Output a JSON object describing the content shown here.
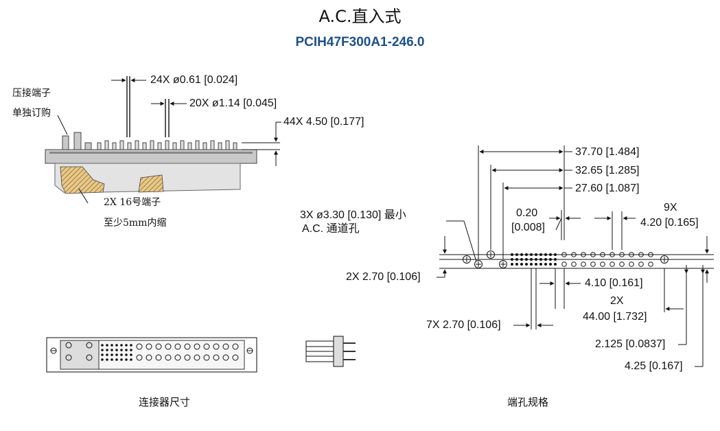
{
  "title": "A.C.直入式",
  "part_number": "PCIH47F300A1-246.0",
  "connector": {
    "dims": {
      "pin_small": "24X ø0.61 [0.024]",
      "pin_large": "20X ø1.14 [0.045]",
      "pin_length": "44X 4.50 [0.177]"
    },
    "notes": {
      "crimp_line1": "压接端子",
      "crimp_line2": "单独订购",
      "recess_line1": "2X 16号端子",
      "recess_line2": "至少5mm内缩"
    },
    "caption": "连接器尺寸"
  },
  "footprint": {
    "dims": {
      "w1": "37.70 [1.484]",
      "w2": "32.65 [1.285]",
      "w3": "27.60 [1.087]",
      "gap_mm": "0.20",
      "gap_in": "[0.008]",
      "pitch_count": "9X",
      "pitch": "4.20 [0.165]",
      "holes_line1": "3X ø3.30 [0.130] 最小",
      "holes_line2": "A.C. 通道孔",
      "row_offset": "2X 2.70 [0.106]",
      "d410": "4.10 [0.161]",
      "count_2x": "2X",
      "d4400": "44.00 [1.732]",
      "d7x": "7X 2.70 [0.106]",
      "d2125": "2.125 [0.0837]",
      "d425": "4.25 [0.167]"
    },
    "caption": "端孔规格"
  }
}
